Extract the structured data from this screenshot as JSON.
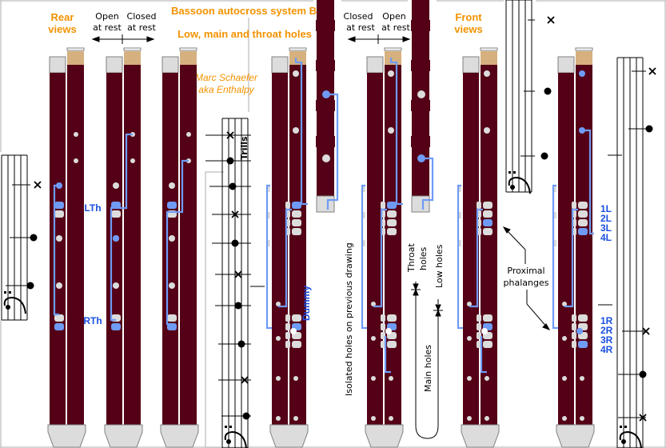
{
  "title": "Bassoon autocross system B",
  "subtitle": "Low, main and throat holes",
  "author": {
    "line1": "Marc Schaefer",
    "line2": "aka Enthalpy"
  },
  "left_group": {
    "label_line1": "Rear",
    "label_line2": "views",
    "arrow_left_line1": "Open",
    "arrow_left_line2": "at rest",
    "arrow_right_line1": "Closed",
    "arrow_right_line2": "at rest",
    "thumb_labels": [
      "LTh",
      "RTh"
    ]
  },
  "right_group": {
    "label_line1": "Front",
    "label_line2": "views",
    "arrow_left_line1": "Closed",
    "arrow_left_line2": "at rest",
    "arrow_right_line1": "Open",
    "arrow_right_line2": "at rest"
  },
  "annotations": {
    "trills": "Trills",
    "dummy": "Dummy",
    "isolated": "Isolated holes on previous drawing",
    "throat_line1": "Throat",
    "throat_line2": "holes",
    "low_holes": "Low holes",
    "main_holes": "Main holes",
    "proximal_line1": "Proximal",
    "proximal_line2": "phalanges"
  },
  "finger_labels": {
    "left": [
      "1L",
      "2L",
      "3L",
      "4L"
    ],
    "right": [
      "1R",
      "2R",
      "3R",
      "4R"
    ]
  },
  "colors": {
    "wood": "#540016",
    "cork": "#d6b07f",
    "metal": "#dcdcdc",
    "key_blue": "#6f9bf5",
    "label_orange": "#f29200",
    "label_blue": "#1a4fe0"
  }
}
